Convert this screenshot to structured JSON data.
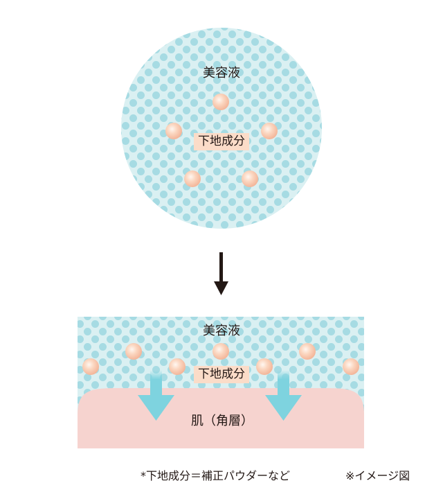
{
  "top_panel": {
    "serum_label": "美容液",
    "ingredient_label": "下地成分"
  },
  "bottom_panel": {
    "serum_label": "美容液",
    "ingredient_label": "下地成分",
    "skin_label": "肌（角層）"
  },
  "footnote": "*下地成分＝補正パウダーなど",
  "image_note": "※イメージ図",
  "colors": {
    "serum_background": "#daf0f2",
    "serum_dots": "#a6dbe3",
    "ingredient_particle": "#f3b69a",
    "ingredient_tag": "#fbdcc8",
    "skin": "#f6d3cf",
    "penetration_arrow": "#7ed3df",
    "process_arrow": "#231815"
  }
}
